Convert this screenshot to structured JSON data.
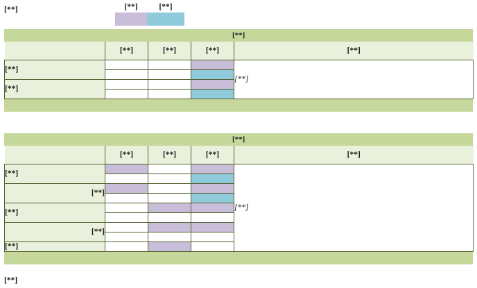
{
  "page": {
    "background": "#ffffff",
    "border_color": "#55602e",
    "band_color": "#c5d79a",
    "row_label_color": "#e9f0dc",
    "fill_a_color": "#c9bed9",
    "fill_b_color": "#8fcbda"
  },
  "legend": {
    "title": "[**]",
    "items": [
      {
        "label": "[**]",
        "swatch": "#c9bed9",
        "swatch_name": "legend-swatch-a"
      },
      {
        "label": "[**]",
        "swatch": "#8fcbda",
        "swatch_name": "legend-swatch-b"
      }
    ]
  },
  "table1": {
    "band_label": "[**]",
    "footer_band_label": "",
    "headers": {
      "label": "",
      "n1": "[**]",
      "n2": "[**]",
      "n3": "[**]",
      "notes": "[**]"
    },
    "notes_text": "[**]",
    "rows": [
      {
        "label": "[**]",
        "indent": false,
        "sub": [
          {
            "n1": "none",
            "n2": "none",
            "n3": "fill-a"
          },
          {
            "n1": "none",
            "n2": "none",
            "n3": "fill-b"
          }
        ]
      },
      {
        "label": "[**]",
        "indent": false,
        "sub": [
          {
            "n1": "none",
            "n2": "none",
            "n3": "fill-a"
          },
          {
            "n1": "none",
            "n2": "none",
            "n3": "fill-b"
          }
        ]
      }
    ]
  },
  "table2": {
    "band_label": "[**]",
    "footer_band_label": "",
    "headers": {
      "label": "",
      "n1": "[**]",
      "n2": "[**]",
      "n3": "[**]",
      "notes": "[**]"
    },
    "notes_text": "[**]",
    "rows": [
      {
        "label": "[**]",
        "indent": false,
        "sub": [
          {
            "n1": "fill-a",
            "n2": "none",
            "n3": "fill-a"
          },
          {
            "n1": "none",
            "n2": "none",
            "n3": "fill-b"
          }
        ]
      },
      {
        "label": "[**]",
        "indent": true,
        "sub": [
          {
            "n1": "fill-a",
            "n2": "none",
            "n3": "fill-a"
          },
          {
            "n1": "none",
            "n2": "none",
            "n3": "fill-b"
          }
        ]
      },
      {
        "label": "[**]",
        "indent": false,
        "sub": [
          {
            "n1": "none",
            "n2": "fill-a",
            "n3": "fill-a"
          },
          {
            "n1": "none",
            "n2": "none",
            "n3": "none"
          }
        ]
      },
      {
        "label": "[**]",
        "indent": true,
        "sub": [
          {
            "n1": "none",
            "n2": "fill-a",
            "n3": "fill-a"
          },
          {
            "n1": "none",
            "n2": "none",
            "n3": "none"
          }
        ]
      },
      {
        "label": "[**]",
        "indent": false,
        "sub": [
          {
            "n1": "none",
            "n2": "fill-a",
            "n3": "none"
          }
        ]
      }
    ]
  },
  "footnote": {
    "text": "[**]"
  }
}
